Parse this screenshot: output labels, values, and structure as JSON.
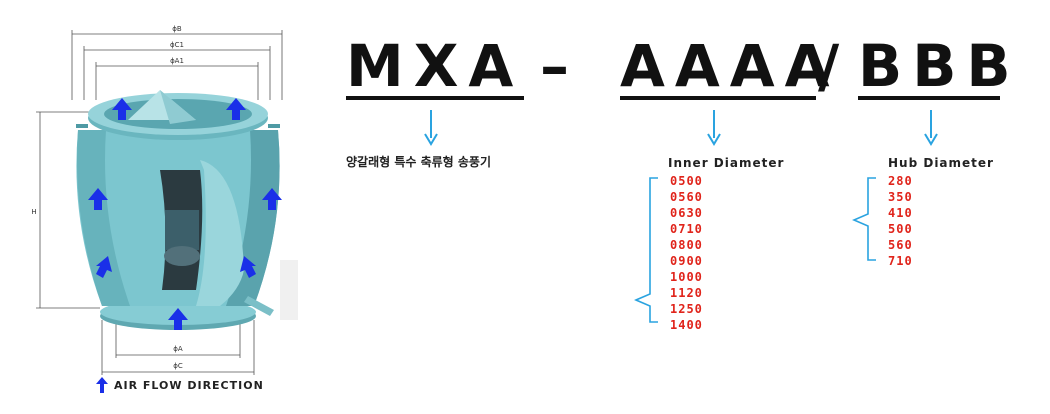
{
  "code": {
    "prefix": "MXA",
    "dash": "–",
    "inner": "AAAA",
    "slash": "/",
    "hub": "BBB"
  },
  "prefix_desc": "양갈래형 특수 축류형 송풍기",
  "inner_diameter": {
    "title": "Inner Diameter",
    "values": [
      "0500",
      "0560",
      "0630",
      "0710",
      "0800",
      "0900",
      "1000",
      "1120",
      "1250",
      "1400"
    ]
  },
  "hub_diameter": {
    "title": "Hub Diameter",
    "values": [
      "280",
      "350",
      "410",
      "500",
      "560",
      "710"
    ]
  },
  "dimension_labels": {
    "phiB": "ϕB",
    "phiC1": "ϕC1",
    "phiA1": "ϕA1",
    "H": "H",
    "phiA": "ϕA",
    "phiC": "ϕC"
  },
  "legend": "AIR FLOW DIRECTION",
  "colors": {
    "body": "#7cc6cf",
    "body_dark": "#4e9aa4",
    "arrow_flow": "#1a2fe8",
    "pointer_arrow": "#2aa3e0",
    "value_red": "#e0241b",
    "bracket_blue": "#2aa3e0"
  }
}
